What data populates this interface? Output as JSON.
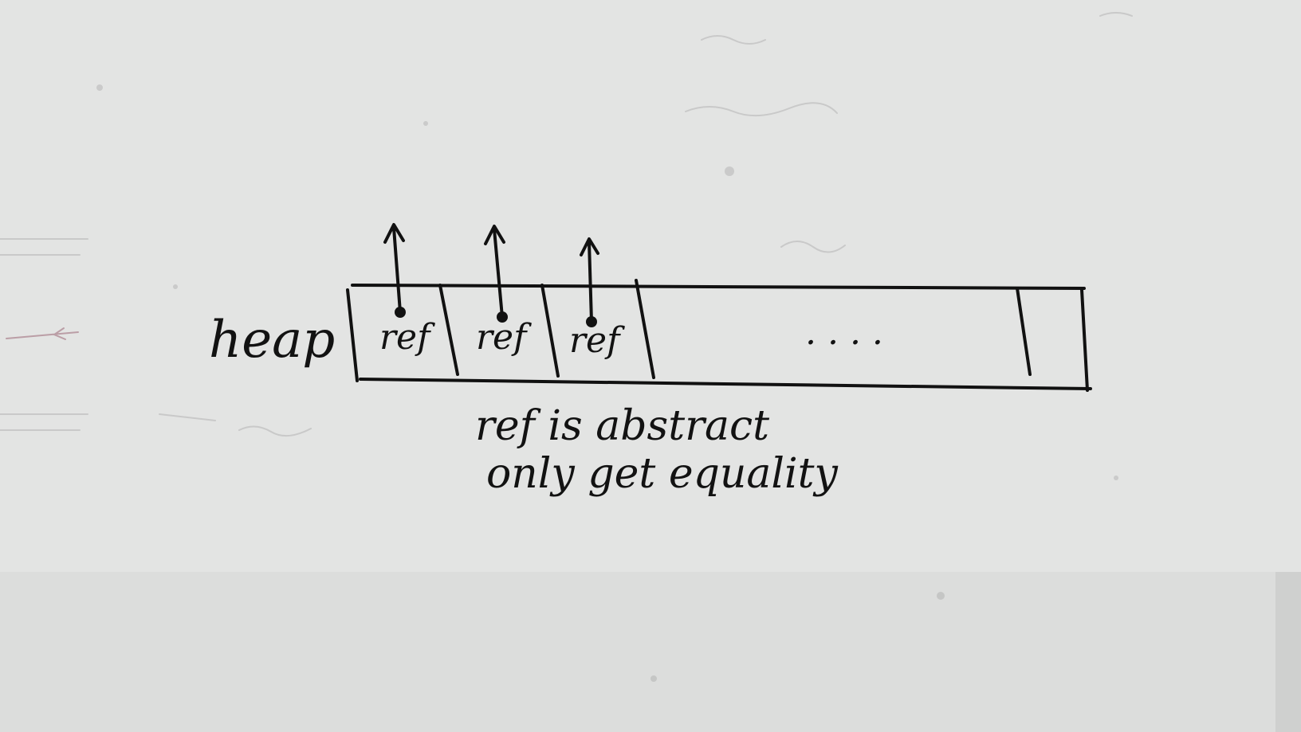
{
  "diagram": {
    "heap_label": "heap",
    "cells": [
      {
        "label": "ref",
        "has_arrow": true
      },
      {
        "label": "ref",
        "has_arrow": true
      },
      {
        "label": "ref",
        "has_arrow": true
      }
    ],
    "ellipsis": ". . . .",
    "note_lines": [
      "ref is abstract",
      "only get equality"
    ]
  },
  "colors": {
    "board": "#e3e4e3",
    "ink": "#111111",
    "lower_panel": "#dcdddc"
  }
}
